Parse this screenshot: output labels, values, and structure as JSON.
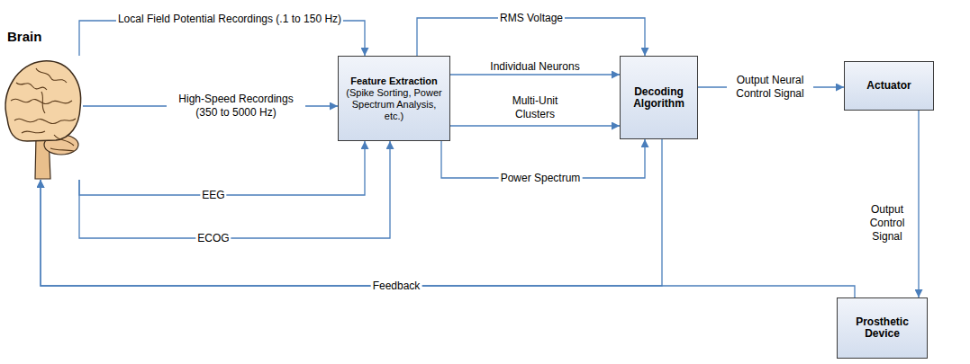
{
  "diagram": {
    "nodes": [
      {
        "text": [
          "Brain"
        ]
      },
      {
        "text": [
          "Feature Extraction",
          "(Spike Sorting, Power Spectrum Analysis, etc.)"
        ]
      },
      {
        "text": [
          "Decoding Algorithm"
        ]
      },
      {
        "text": [
          "Actuator"
        ]
      },
      {
        "text": [
          "Prosthetic Device"
        ]
      }
    ],
    "edges": [
      {
        "from": 0,
        "to": 1,
        "label": "Local Field Potential Recordings (.1 to 150 Hz)",
        "arrow": "to"
      },
      {
        "from": 0,
        "to": 1,
        "label": "High-Speed Recordings (350 to 5000 Hz)",
        "arrow": "to"
      },
      {
        "from": 0,
        "to": 1,
        "label": "EEG",
        "arrow": "to"
      },
      {
        "from": 0,
        "to": 1,
        "label": "ECOG",
        "arrow": "to"
      },
      {
        "from": 1,
        "to": 2,
        "label": "RMS Voltage",
        "arrow": "to"
      },
      {
        "from": 1,
        "to": 2,
        "label": "Individual Neurons",
        "arrow": "to"
      },
      {
        "from": 1,
        "to": 2,
        "label": "Multi-Unit Clusters",
        "arrow": "to"
      },
      {
        "from": 1,
        "to": 2,
        "label": "Power Spectrum",
        "arrow": "to"
      },
      {
        "from": 2,
        "to": 3,
        "label": "Output Neural Control Signal",
        "arrow": "to"
      },
      {
        "from": 3,
        "to": 4,
        "label": "Output Control Signal",
        "arrow": "to"
      },
      {
        "from": 4,
        "to": 0,
        "label": "Feedback",
        "arrow": "to"
      },
      {
        "from": 2,
        "to": 0,
        "arrow": "to"
      }
    ]
  }
}
